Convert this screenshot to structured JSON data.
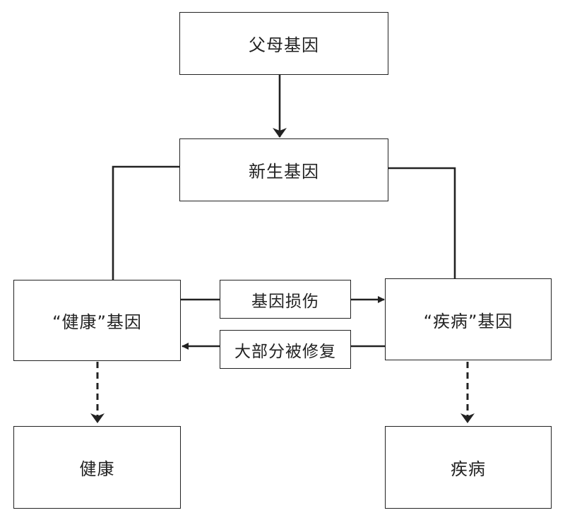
{
  "nodes": {
    "parent_genes": "父母基因",
    "new_genes": "新生基因",
    "healthy_genes": "“健康”基因",
    "disease_genes": "“疾病”基因",
    "healthy": "健康",
    "disease": "疾病"
  },
  "edges": {
    "gene_damage": "基因损伤",
    "mostly_repaired": "大部分被修复"
  }
}
